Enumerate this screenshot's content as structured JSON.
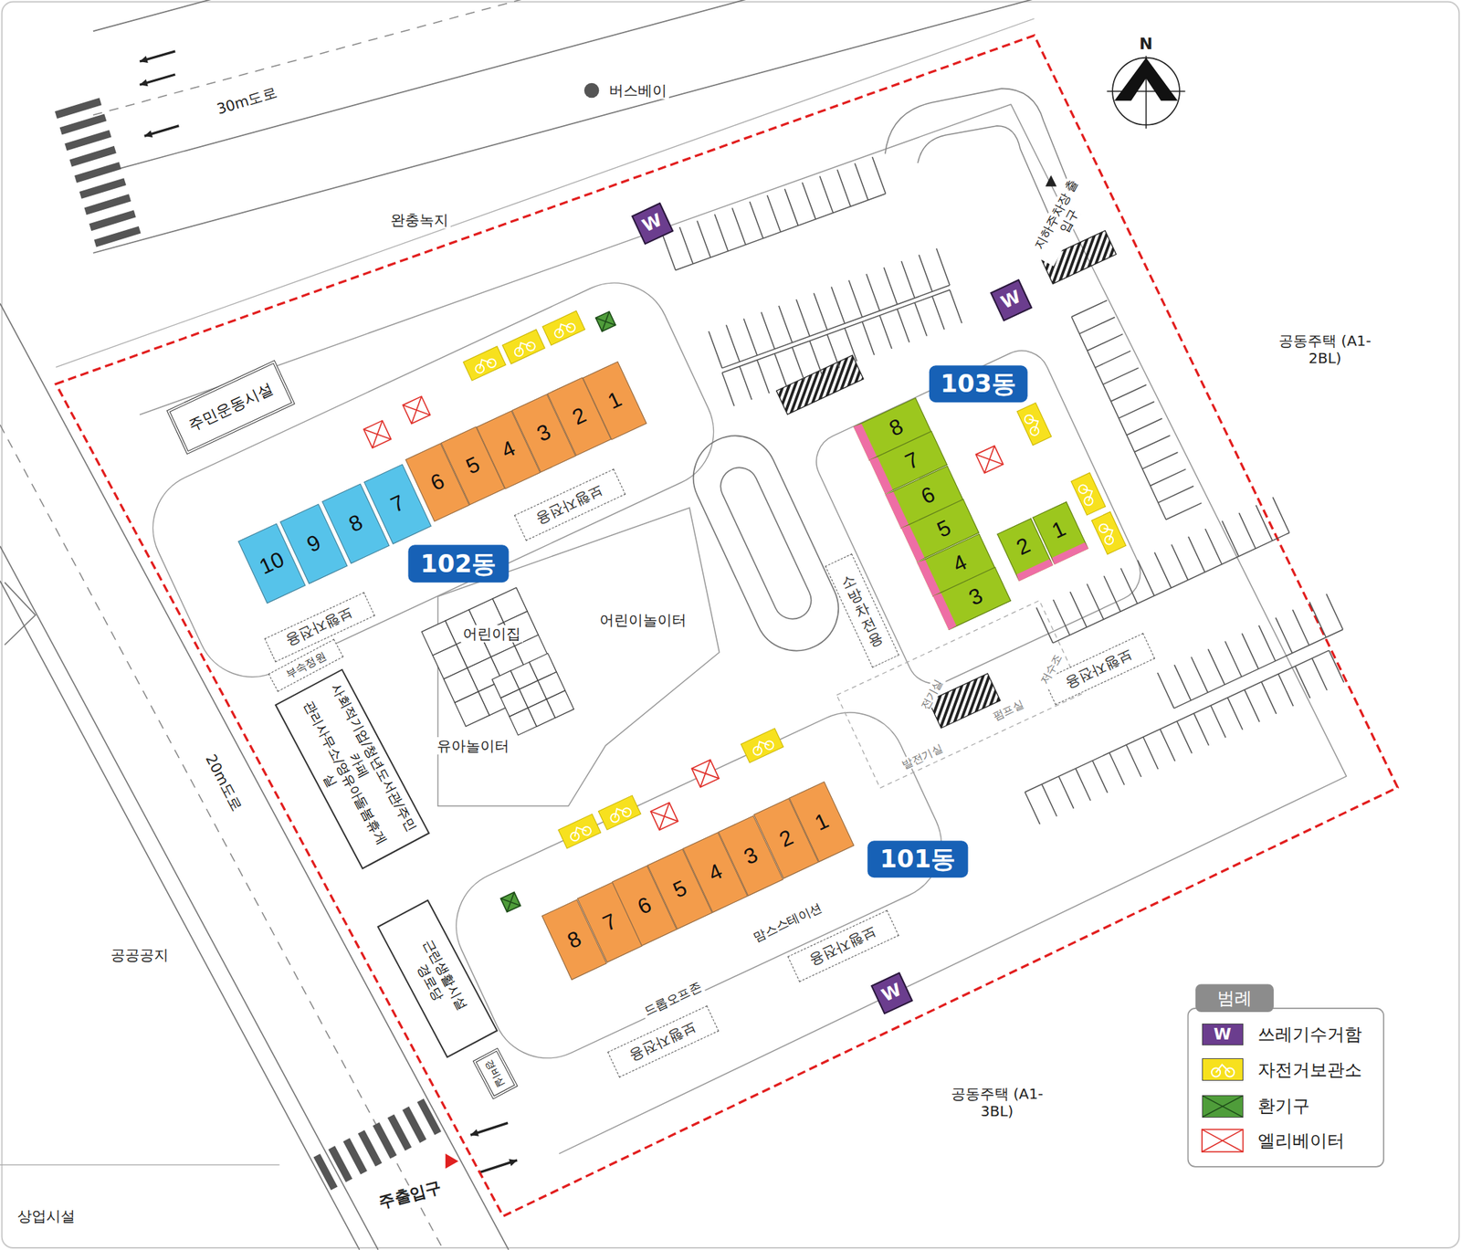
{
  "diagram": {
    "nodes": [
      {
        "text": [
          "W"
        ]
      },
      {
        "text": [
          "W"
        ]
      },
      {
        "text": [
          "주민운동시설"
        ]
      },
      {
        "text": [
          "1"
        ]
      },
      {
        "text": [
          "2"
        ]
      },
      {
        "text": [
          "3"
        ]
      },
      {
        "text": [
          "4"
        ]
      },
      {
        "text": [
          "5"
        ]
      },
      {
        "text": [
          "6"
        ]
      },
      {
        "text": [
          "7"
        ]
      },
      {
        "text": [
          "8"
        ]
      },
      {
        "text": [
          "9"
        ]
      },
      {
        "text": [
          "10"
        ]
      },
      {
        "text": [
          "103동"
        ]
      },
      {
        "text": [
          "8"
        ]
      },
      {
        "text": [
          "7"
        ]
      },
      {
        "text": [
          "6"
        ]
      },
      {
        "text": [
          "5"
        ]
      },
      {
        "text": [
          "4"
        ]
      },
      {
        "text": [
          "3"
        ]
      },
      {
        "text": [
          "2"
        ]
      },
      {
        "text": [
          "1"
        ]
      },
      {
        "text": [
          "보행자전용"
        ]
      },
      {
        "text": [
          "102동"
        ]
      },
      {
        "text": [
          "소방차전용"
        ]
      },
      {
        "text": [
          "보행자전용"
        ]
      },
      {
        "text": [
          "부속정원"
        ]
      },
      {
        "text": [
          "사회적기업/청년도서관/주민카페",
          "관리사무소/영유아돌봄휴게실"
        ]
      },
      {
        "text": [
          "보행자전용"
        ]
      },
      {
        "text": [
          "101동"
        ]
      },
      {
        "text": [
          "1"
        ]
      },
      {
        "text": [
          "2"
        ]
      },
      {
        "text": [
          "3"
        ]
      },
      {
        "text": [
          "4"
        ]
      },
      {
        "text": [
          "5"
        ]
      },
      {
        "text": [
          "6"
        ]
      },
      {
        "text": [
          "7"
        ]
      },
      {
        "text": [
          "8"
        ]
      },
      {
        "text": [
          "보행자전용"
        ]
      },
      {
        "text": [
          "W"
        ]
      },
      {
        "text": [
          "근린생활시설",
          "경로당"
        ]
      },
      {
        "text": [
          "보행자전용"
        ]
      },
      {
        "text": [
          "경비실"
        ]
      }
    ],
    "labels": [
      "30m도로",
      "버스베이",
      "완충녹지",
      "지하주차장 출입구",
      "공동주택 (A1-2BL)",
      "20m도로",
      "공공공지",
      "상업시설",
      "주출입구",
      "공동주택 (A1-3BL)",
      "어린이놀이터",
      "어린이집",
      "유아놀이터",
      "맘스스테이션",
      "드롭오프존",
      "전기실",
      "저수조",
      "펌프실",
      "발전기실",
      "N",
      "범례",
      "W"
    ],
    "legend": [
      {
        "text": "쓰레기수거함",
        "color": "#6b3d8e"
      },
      {
        "text": "자전거보관소",
        "color": "#f7e11e"
      },
      {
        "text": "환기구",
        "color": "#4f9d3a"
      },
      {
        "text": "엘리베이터"
      }
    ]
  }
}
